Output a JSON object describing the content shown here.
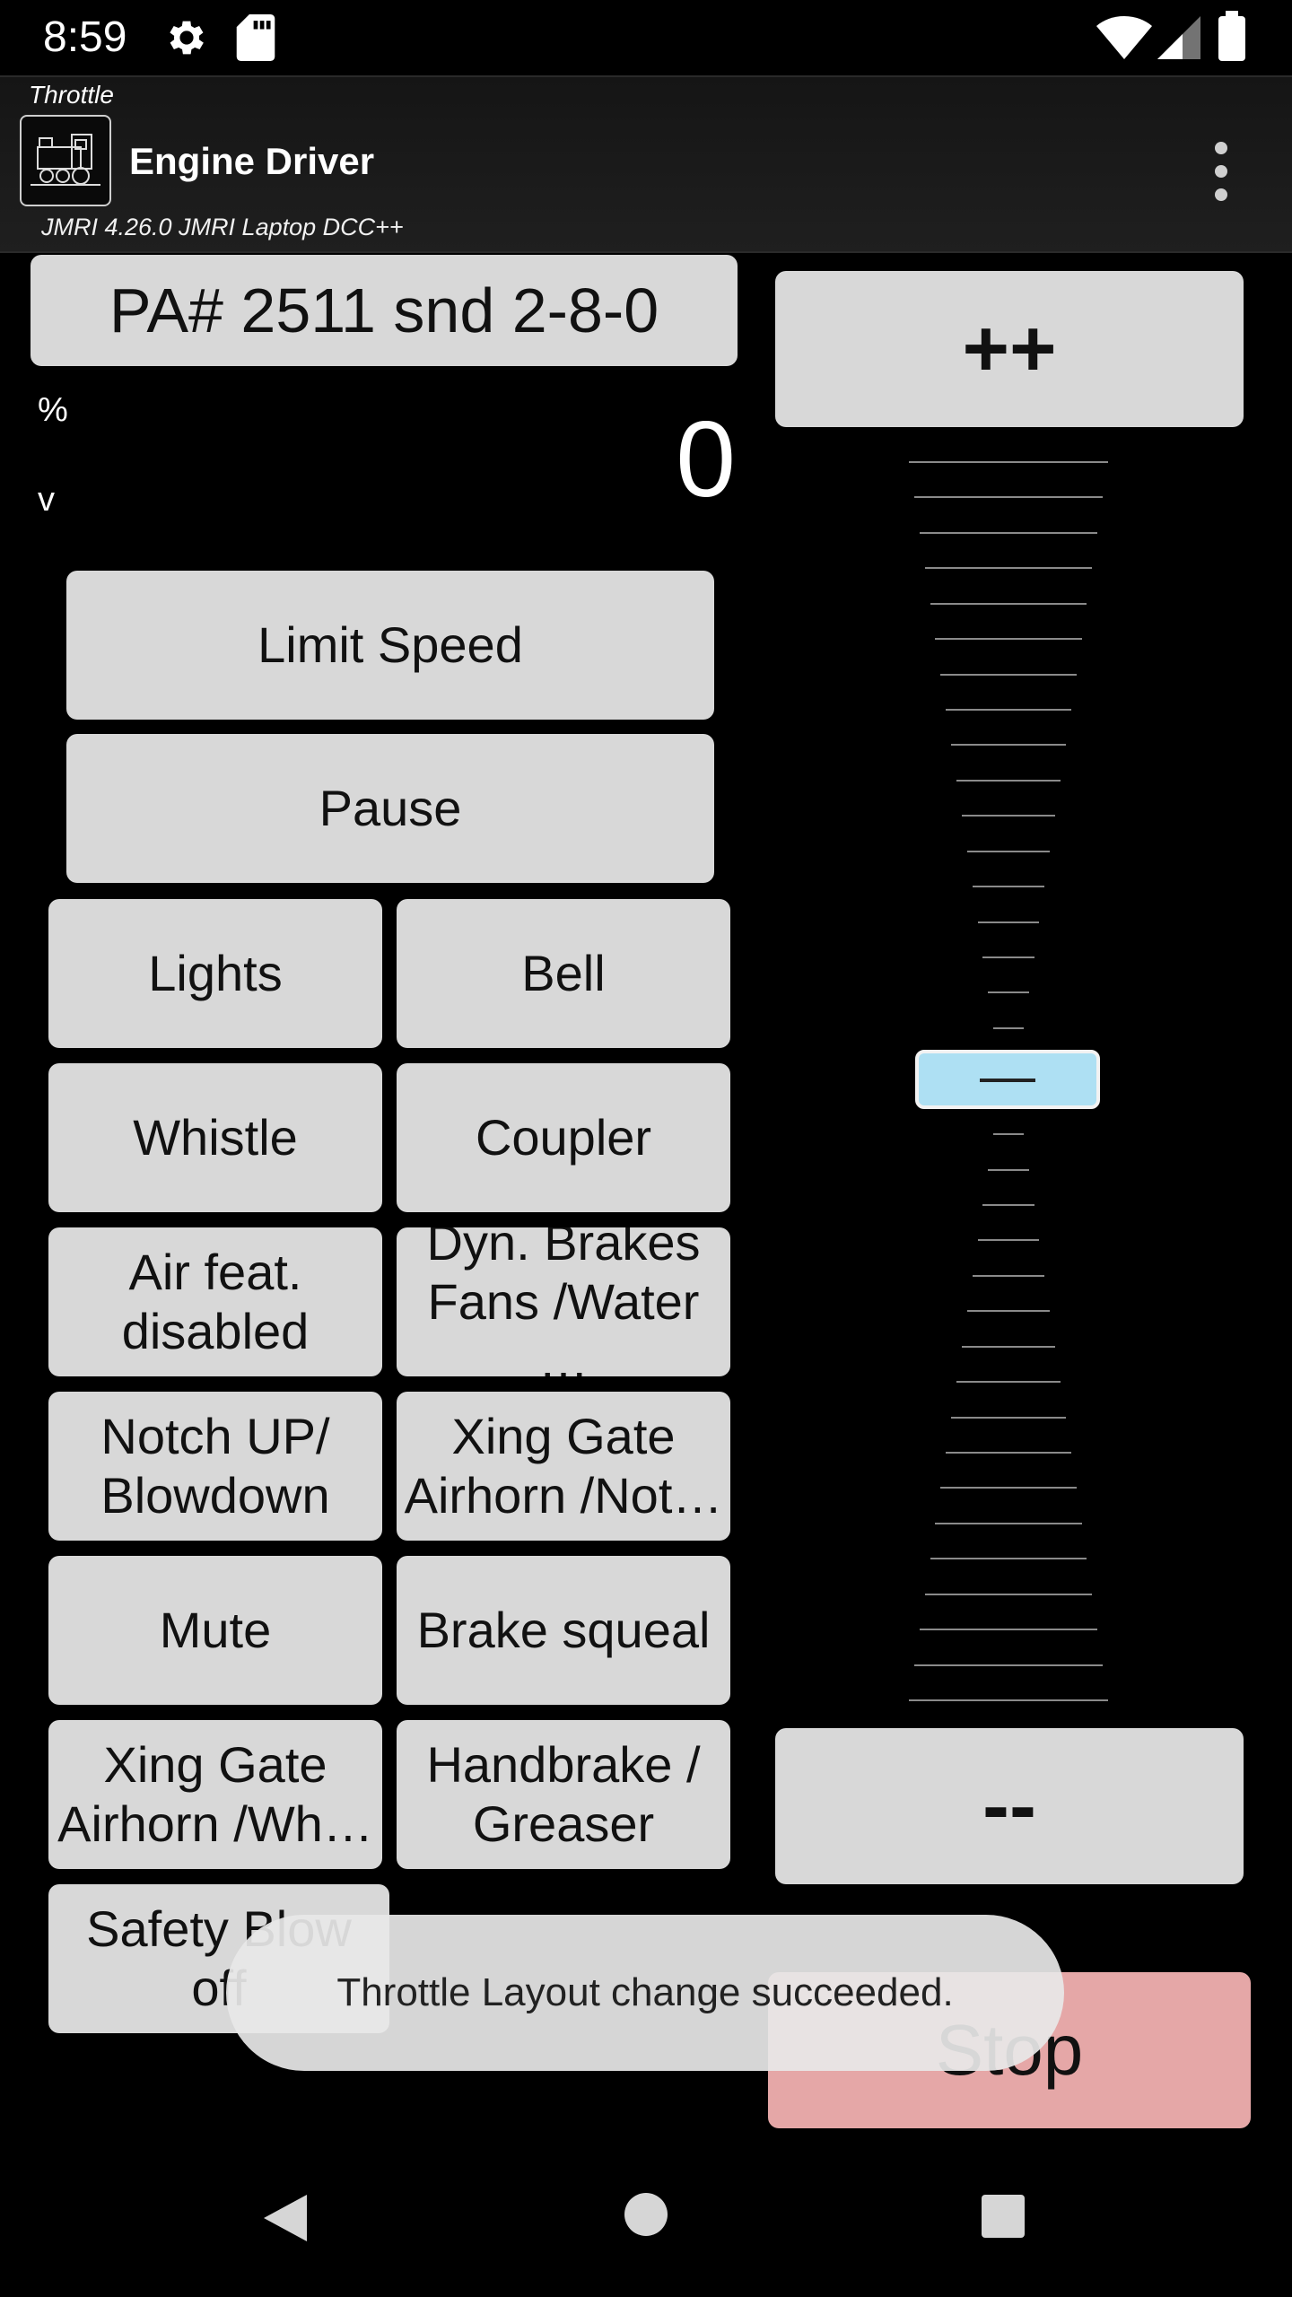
{
  "status_bar": {
    "time": "8:59"
  },
  "app_bar": {
    "subtitle": "Throttle",
    "title": "Engine Driver",
    "server_info": "JMRI 4.26.0 JMRI Laptop DCC++"
  },
  "throttle": {
    "loco_label": "PA# 2511 snd 2-8-0",
    "percent_label": "%",
    "direction_label": "v",
    "speed_value": "0",
    "increase_label": "++",
    "decrease_label": "--",
    "stop_label": "Stop",
    "slider_level_percent": 50
  },
  "functions": {
    "limit_speed": "Limit Speed",
    "pause": "Pause",
    "buttons": [
      "Lights",
      "Bell",
      "Whistle",
      "Coupler",
      "Air feat.\ndisabled",
      "Dyn. Brakes\nFans /Water …",
      "Notch UP/\nBlowdown",
      "Xing Gate\nAirhorn /Not…",
      "Mute",
      "Brake squeal",
      "Xing Gate\nAirhorn /Wh…",
      "Handbrake /\nGreaser",
      "Safety Blow\noff"
    ]
  },
  "toast": {
    "message": "Throttle Layout change succeeded."
  },
  "colors": {
    "button_bg": "#d8d8d8",
    "stop_bg": "#e5a7a7",
    "thumb_bg": "#aee0f3",
    "background": "#000000"
  }
}
